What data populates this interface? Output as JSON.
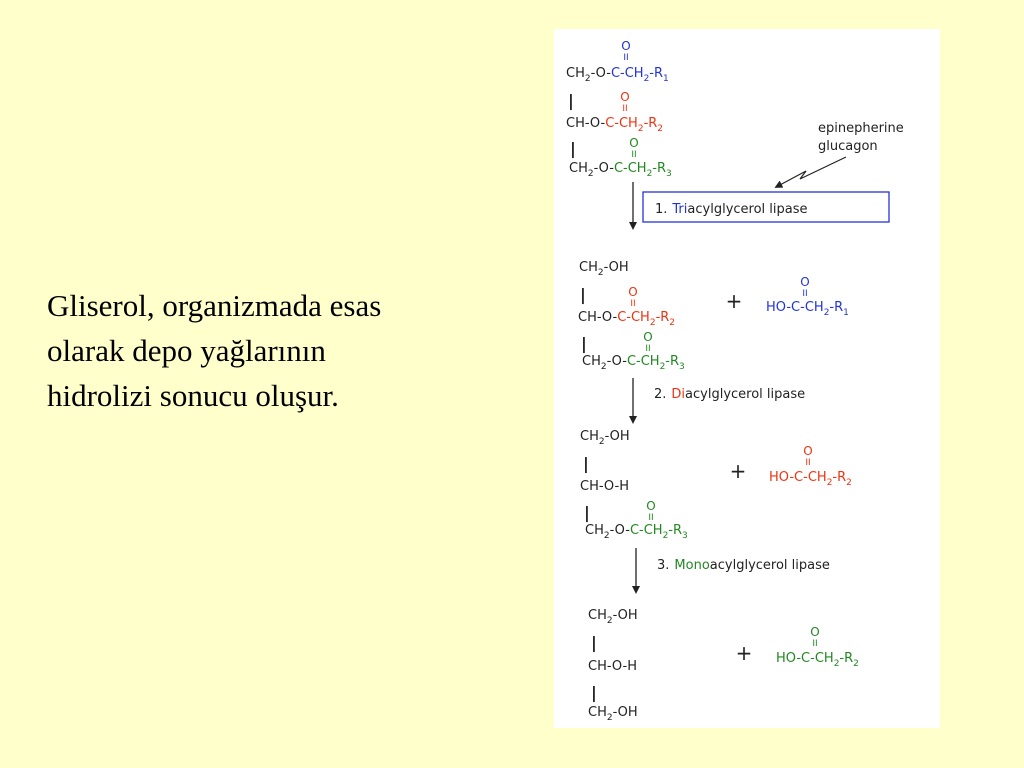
{
  "slide": {
    "text_lines": [
      "Gliserol, organizmada esas",
      "olarak depo yağlarının",
      "hidrolizi sonucu oluşur."
    ]
  },
  "colors": {
    "background": "#FFFFCC",
    "panel": "#FFFFFF",
    "r1_blue": "#2233DD",
    "r2_red": "#EE3311",
    "r3_green": "#228822",
    "ink": "#222222"
  },
  "diagram": {
    "hormones": [
      "epinepherine",
      "glucagon"
    ],
    "steps": [
      {
        "number": "1.",
        "prefix": "Tri",
        "suffix": "acylglycerol lipase"
      },
      {
        "number": "2.",
        "prefix": "Di",
        "suffix": "acylglycerol lipase"
      },
      {
        "number": "3.",
        "prefix": "Mono",
        "suffix": "acylglycerol lipase"
      }
    ],
    "plus": "+",
    "atoms": {
      "o": "O",
      "dbl": "II",
      "bond": "|",
      "ch2": "CH",
      "sub2": "2",
      "sub1": "1",
      "sub3": "3",
      "ester_o": "-O-",
      "c_ch2": "C-CH",
      "r": "-R",
      "ch_o": "CH-O-",
      "ch2_oh": "-OH",
      "ch_o_h": "CH-O-H",
      "ho_c_ch2": "HO-C-CH"
    }
  }
}
